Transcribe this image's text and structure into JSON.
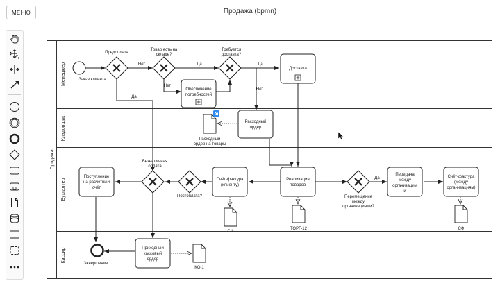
{
  "app": {
    "menu_label": "МЕНЮ",
    "title": "Продажа (bpmn)"
  },
  "pool": {
    "name": "Продажа"
  },
  "lanes": [
    {
      "name": "Менеджер"
    },
    {
      "name": "Кладовщик"
    },
    {
      "name": "Бухгалтер"
    },
    {
      "name": "Кассир"
    }
  ],
  "events": {
    "start": "Заказ клиента",
    "end": "Завершение"
  },
  "gateways": {
    "prepay": "Предоплата",
    "in_stock": [
      "Товар есть на",
      "складе?"
    ],
    "delivery": [
      "Требуется",
      "доставка?"
    ],
    "cashless": [
      "Безналичная",
      "оплата"
    ],
    "postpay": "Постоплата?",
    "transfer": [
      "Перемещение",
      "между",
      "организациями?"
    ]
  },
  "tasks": {
    "needs": [
      "Обеспечение",
      "потребностей"
    ],
    "delivery": "Доставка",
    "order": [
      "Расходный",
      "ордер"
    ],
    "receipt": [
      "Поступление",
      "на расчетный",
      "счёт"
    ],
    "invoice_client": [
      "Счёт-фактура",
      "(клиенту)"
    ],
    "sale": [
      "Реализация",
      "товаров"
    ],
    "transfer": [
      "Передача",
      "между",
      "организацим",
      "и"
    ],
    "invoice_orgs": [
      "Счёт-фактура",
      "(между",
      "организациям)"
    ],
    "cash_order": [
      "Приходный",
      "кассовый",
      "ордер"
    ]
  },
  "documents": {
    "order_doc": [
      "Расходный",
      "ордер на товары"
    ],
    "sf1": "СФ",
    "torg": "ТОРГ-12",
    "sf2": "СФ",
    "ko": "КО-1"
  },
  "flow_labels": {
    "no1": "Нет",
    "yes1": "Да",
    "no2": "Нет",
    "yes2": "Да",
    "no3": "Нет",
    "yes_prepay": "Да",
    "yes_transfer": "Да"
  },
  "palette": [
    "hand-tool-icon",
    "lasso-tool-icon",
    "space-tool-icon",
    "connect-tool-icon",
    "start-event-icon",
    "intermediate-event-icon",
    "end-event-icon",
    "gateway-icon",
    "task-icon",
    "subprocess-icon",
    "data-object-icon",
    "data-store-icon",
    "pool-icon",
    "group-icon",
    "more-icon"
  ]
}
